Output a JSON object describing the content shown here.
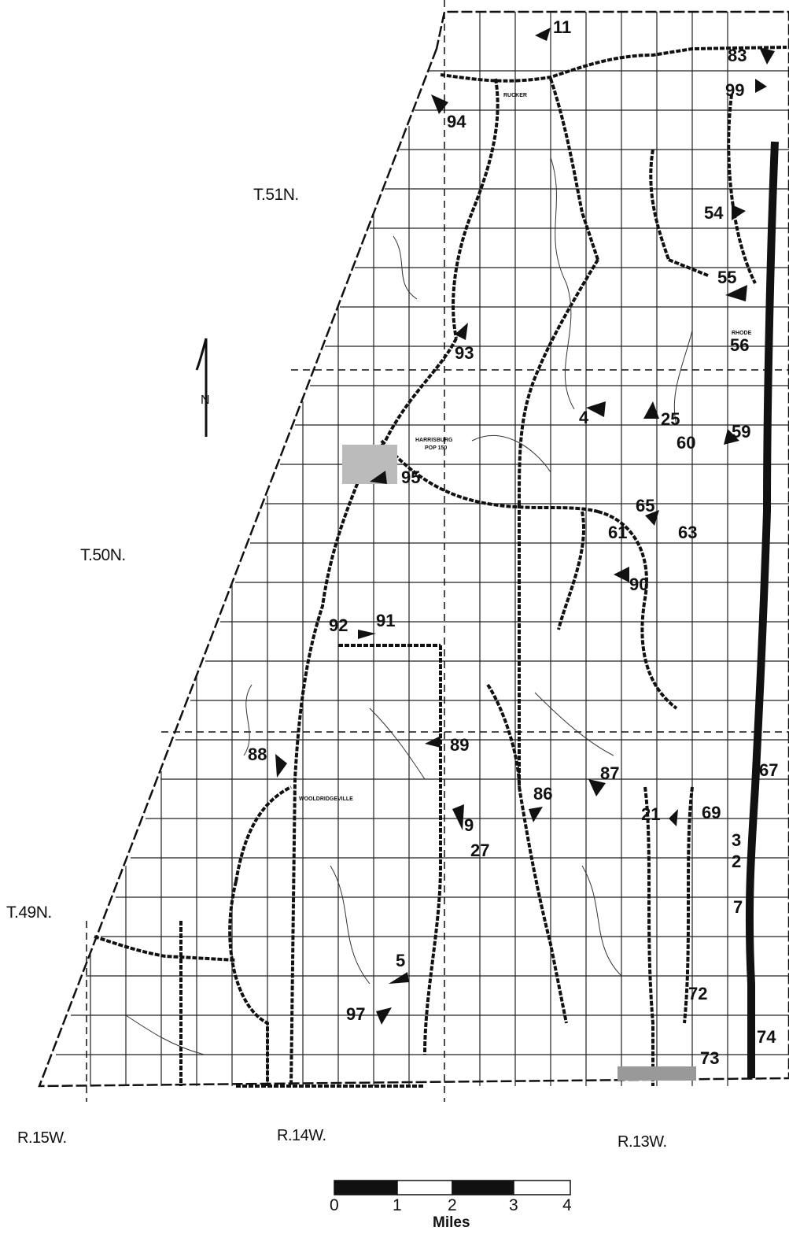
{
  "map": {
    "townships": [
      "T.51N.",
      "T.50N.",
      "T.49N."
    ],
    "ranges": [
      "R.15W.",
      "R.14W.",
      "R.13W."
    ],
    "north_arrow": "N",
    "towns": [
      "RUCKER",
      "HARRISBURG",
      "POP 150",
      "WOOLDRIDGEVILLE",
      "RHODE"
    ],
    "sites": [
      "11",
      "83",
      "99",
      "94",
      "54",
      "55",
      "56",
      "93",
      "4",
      "25",
      "59",
      "60",
      "95",
      "65",
      "61",
      "63",
      "90",
      "92",
      "91",
      "89",
      "88",
      "87",
      "86",
      "21",
      "69",
      "67",
      "9",
      "27",
      "3",
      "2",
      "7",
      "5",
      "97",
      "72",
      "74",
      "73"
    ],
    "scale": {
      "ticks": [
        "0",
        "1",
        "2",
        "3",
        "4"
      ],
      "unit": "Miles"
    }
  }
}
